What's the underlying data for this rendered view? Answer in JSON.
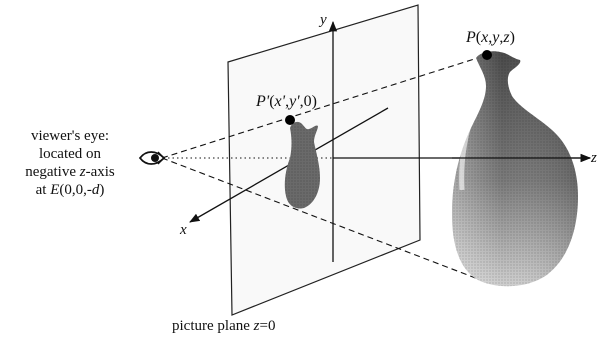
{
  "eye_label": {
    "line1": "viewer's eye:",
    "line2": "located on",
    "line3_pre": "negative ",
    "line3_var": "z",
    "line3_post": "-axis",
    "line4_pre": "at ",
    "line4_var": "E",
    "line4_args": "(0,0,-",
    "line4_d": "d",
    "line4_close": ")"
  },
  "axis_labels": {
    "x": "x",
    "y": "y",
    "z": "z"
  },
  "point_p": {
    "name": "P",
    "open": "(",
    "x": "x",
    "c1": ",",
    "y": "y",
    "c2": ",",
    "z": "z",
    "close": ")"
  },
  "point_p_prime": {
    "name": "P'",
    "open": "(",
    "x": "x'",
    "c1": ",",
    "y": "y'",
    "c2": ",",
    "z": "0",
    "close": ")"
  },
  "plane_caption": {
    "pre": "picture plane ",
    "var": "z",
    "post": "=0"
  },
  "colors": {
    "line": "#111111",
    "plane_stroke": "#222222",
    "vase_dark": "#5a5a5a",
    "vase_light": "#c8c8c8",
    "small_vase": "#6a6a6a"
  },
  "icons": {
    "eye": "eye-icon",
    "point_p": "point-marker",
    "point_p_prime": "point-marker"
  }
}
